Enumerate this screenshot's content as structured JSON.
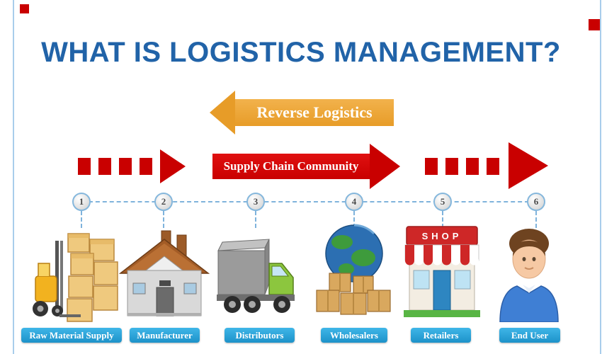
{
  "title": "WHAT IS LOGISTICS MANAGEMENT?",
  "arrows": {
    "reverse": {
      "label": "Reverse Logistics"
    },
    "forward": {
      "label": "Supply Chain Community"
    }
  },
  "stages": [
    {
      "number": "1",
      "label": "Raw Material Supply",
      "icon": "forklift-boxes-icon"
    },
    {
      "number": "2",
      "label": "Manufacturer",
      "icon": "factory-icon"
    },
    {
      "number": "3",
      "label": "Distributors",
      "icon": "truck-icon"
    },
    {
      "number": "4",
      "label": "Wholesalers",
      "icon": "globe-packages-icon"
    },
    {
      "number": "5",
      "label": "Retailers",
      "icon": "shop-icon",
      "sign": "SHOP"
    },
    {
      "number": "6",
      "label": "End User",
      "icon": "person-icon"
    }
  ],
  "colors": {
    "title_color": "#2163A8",
    "reverse_arrow_color": "#E79C28",
    "supply_arrow_color": "#C90000",
    "stage_label_bg": "#1D92C9",
    "connector_color": "#7FB3DC"
  }
}
